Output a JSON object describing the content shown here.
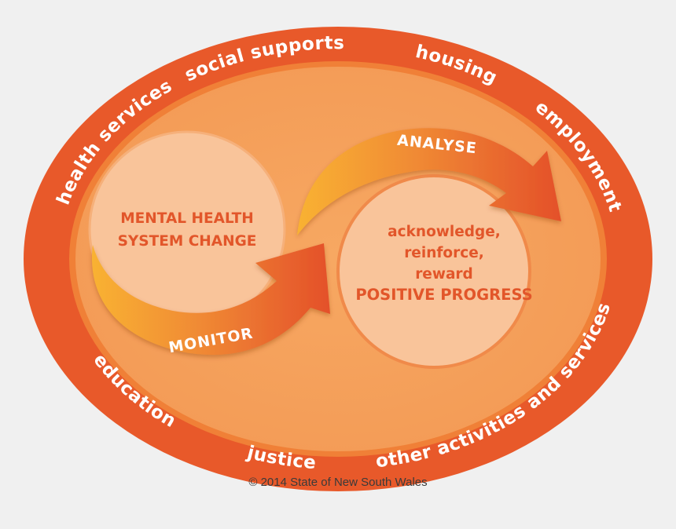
{
  "colors": {
    "outer_ring": "#e8592a",
    "inner_field": "#f6a05c",
    "circle_fill": "#f9c49a",
    "text_accent": "#e2562a",
    "arrow_start": "#f9b233",
    "arrow_end": "#e4502a"
  },
  "ring_labels": {
    "top_left": "health services",
    "top_center": "social supports",
    "top_right_1": "housing",
    "top_right_2": "employment",
    "bottom_left": "education",
    "bottom_center": "justice",
    "bottom_right": "other activities and services"
  },
  "left_circle": {
    "line1": "MENTAL HEALTH",
    "line2": "SYSTEM CHANGE"
  },
  "right_circle": {
    "line1": "acknowledge,",
    "line2": "reinforce,",
    "line3": "reward",
    "line4": "POSITIVE PROGRESS"
  },
  "arrows": {
    "monitor": "MONITOR",
    "analyse": "ANALYSE"
  },
  "copyright": "© 2014 State of New South Wales"
}
